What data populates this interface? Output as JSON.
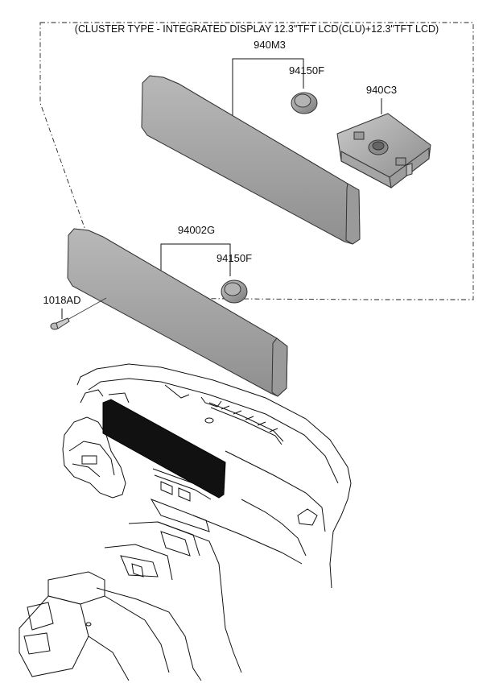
{
  "header": {
    "caption": "(CLUSTER TYPE - INTEGRATED DISPLAY 12.3\"TFT LCD(CLU)+12.3\"TFT LCD)"
  },
  "labels": {
    "assembly_upper": "940M3",
    "speaker_upper": "94150F",
    "unit_940c3": "940C3",
    "assembly_lower": "94002G",
    "speaker_lower": "94150F",
    "screw": "1018AD"
  },
  "colors": {
    "panel_fill": "#a9a9a9",
    "panel_dark": "#8c8c8c",
    "display_black": "#111111",
    "line": "#111111"
  }
}
